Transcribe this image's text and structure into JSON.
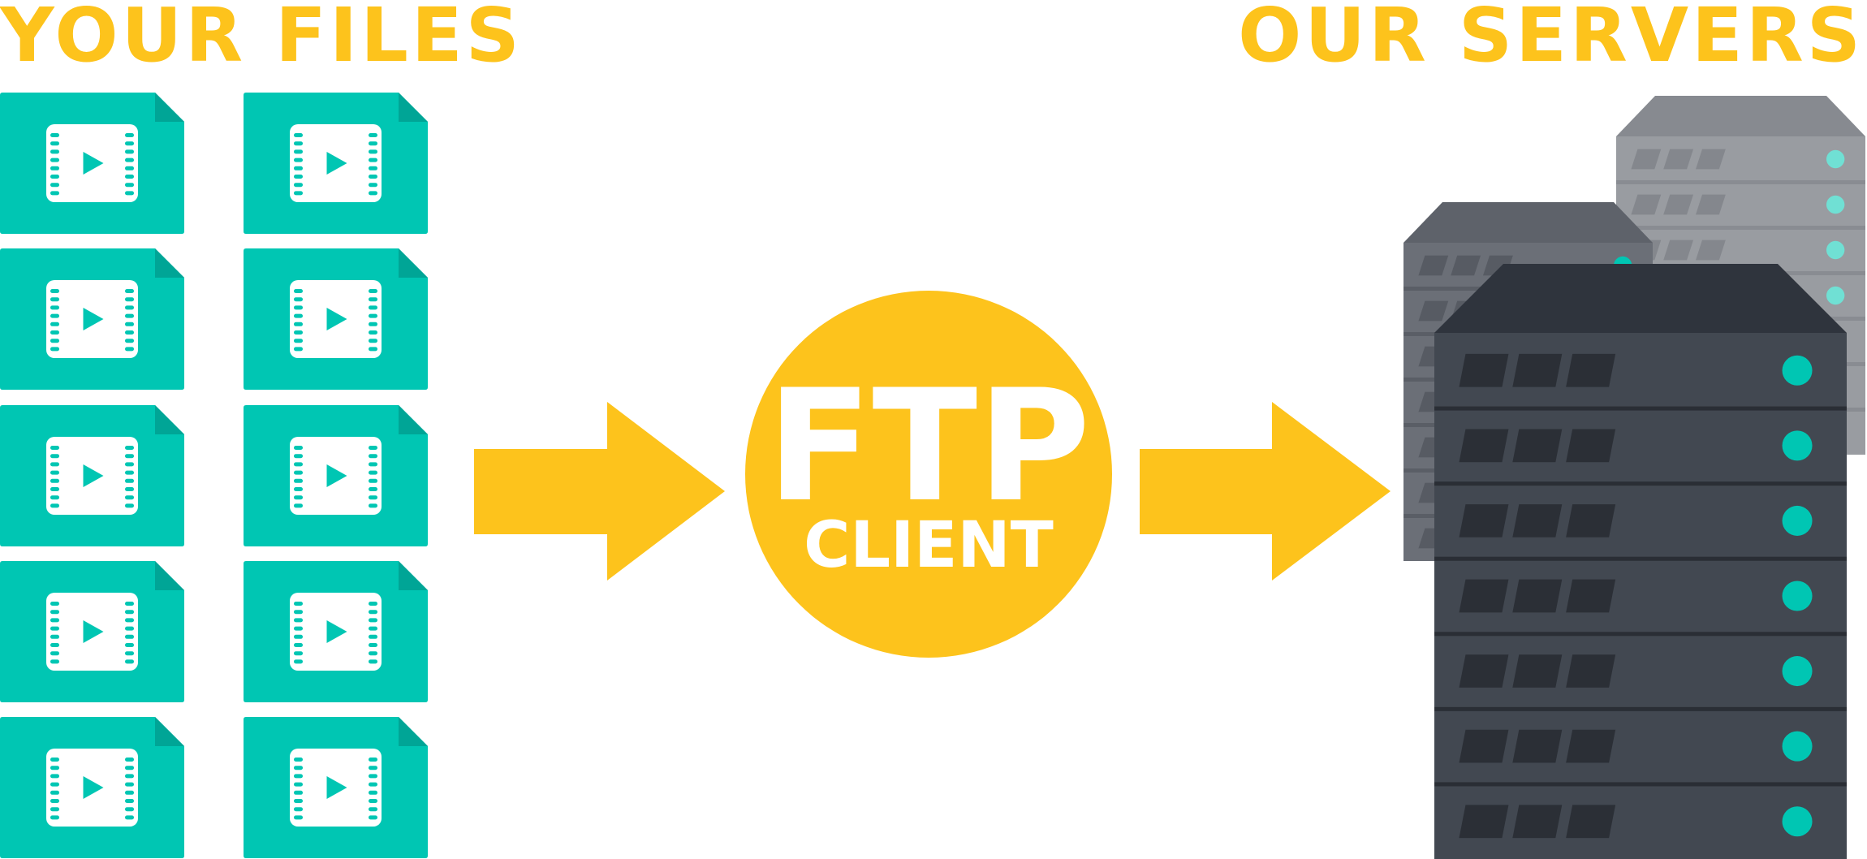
{
  "left_heading": "YOUR FILES",
  "right_heading": "OUR SERVERS",
  "client": {
    "line1": "FTP",
    "line2": "CLIENT"
  },
  "files": {
    "columns": 2,
    "rows": 5,
    "icon": "video-file-icon"
  },
  "servers": {
    "count": 3,
    "front_units": 7,
    "icon": "server-rack-icon"
  },
  "colors": {
    "accent": "#FDC31C",
    "file": "#00C6B3",
    "file_fold": "#00A596",
    "film": "#FFFFFF",
    "server_front": "#424851",
    "server_front_top": "#2F343D",
    "server_mid": "#6B6F77",
    "server_back": "#999CA1",
    "led": "#00C6B3",
    "led_back": "#70E0D4"
  }
}
